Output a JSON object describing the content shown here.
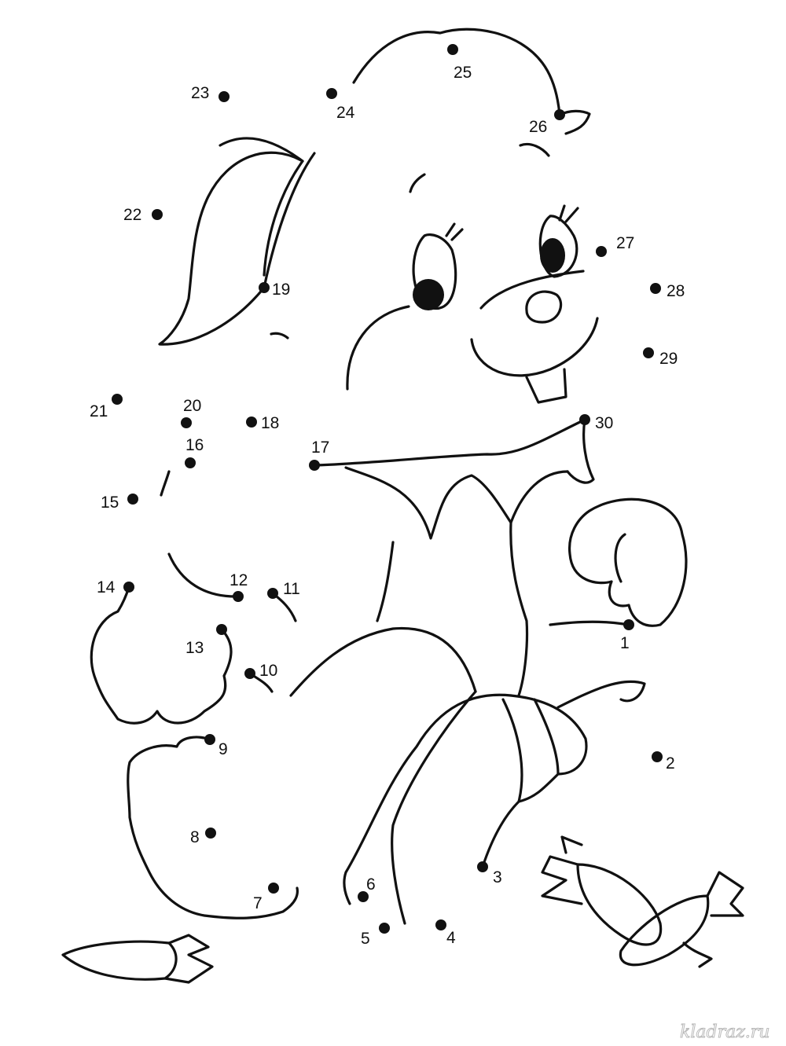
{
  "title": "Connect-the-dots bunny with carrot",
  "colors": {
    "ink": "#111111",
    "watermark": "#bbbbbb"
  },
  "dots": [
    {
      "n": "1"
    },
    {
      "n": "2"
    },
    {
      "n": "3"
    },
    {
      "n": "4"
    },
    {
      "n": "5"
    },
    {
      "n": "6"
    },
    {
      "n": "7"
    },
    {
      "n": "8"
    },
    {
      "n": "9"
    },
    {
      "n": "10"
    },
    {
      "n": "11"
    },
    {
      "n": "12"
    },
    {
      "n": "13"
    },
    {
      "n": "14"
    },
    {
      "n": "15"
    },
    {
      "n": "16"
    },
    {
      "n": "17"
    },
    {
      "n": "18"
    },
    {
      "n": "19"
    },
    {
      "n": "20"
    },
    {
      "n": "21"
    },
    {
      "n": "22"
    },
    {
      "n": "23"
    },
    {
      "n": "24"
    },
    {
      "n": "25"
    },
    {
      "n": "26"
    },
    {
      "n": "27"
    },
    {
      "n": "28"
    },
    {
      "n": "29"
    },
    {
      "n": "30"
    }
  ],
  "watermark": "kladraz.ru"
}
